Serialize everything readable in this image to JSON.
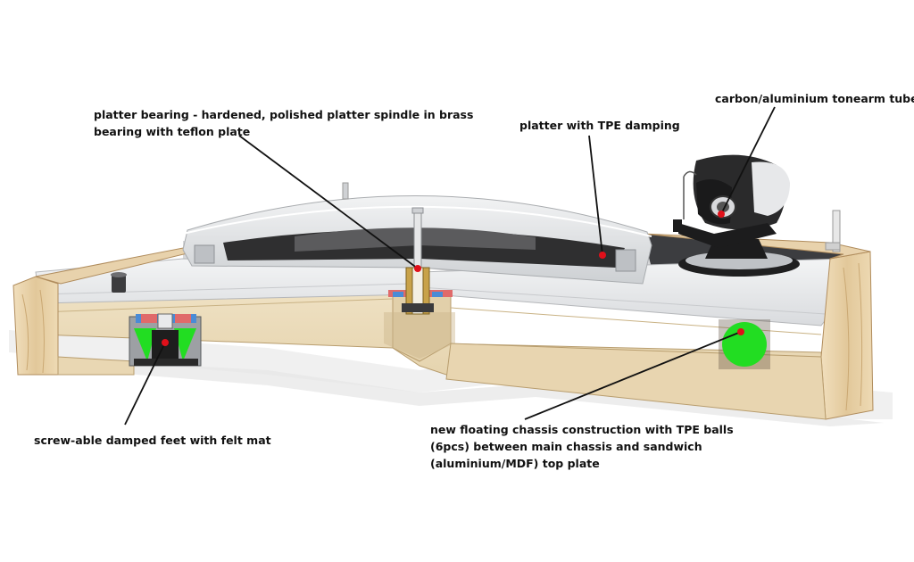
{
  "labels": {
    "platter_bearing": {
      "line1": "platter bearing - hardened, polished platter spindle in brass",
      "line2": "bearing with teflon plate"
    },
    "platter_damping": "platter with TPE damping",
    "tonearm_tube": "carbon/aluminium tonearm tube",
    "feet": "screw-able damped feet with felt mat",
    "chassis": {
      "line1": "new floating chassis construction with TPE balls",
      "line2": "(6pcs) between main chassis and sandwich",
      "line3": "(aluminium/MDF) top plate"
    }
  },
  "colors": {
    "marker_red": "#e0101a",
    "tpe_green": "#22dd22",
    "wood": "#e5cfa5",
    "mdf": "#e9d8b4",
    "top_plate": "#e9eaec",
    "platter": "#dcdfe2",
    "felt": "#2e2e2e",
    "leader_line": "#111111"
  }
}
